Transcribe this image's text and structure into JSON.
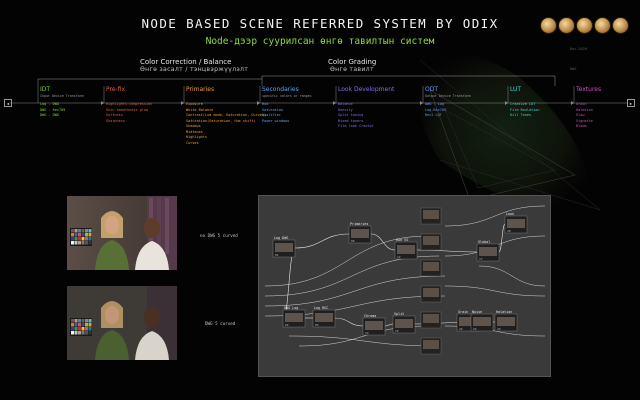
{
  "title": "NODE BASED SCENE REFERRED SYSTEM BY ODIX",
  "subtitle": "Node-дээр суурилсан өнгө тавилтын систем",
  "groups": [
    {
      "title": "Color Correction / Balance",
      "sub": "Өнгө засалт / тэнцвэржүүлэлт"
    },
    {
      "title": "Color Grading",
      "sub": "Өнгө тавилт"
    }
  ],
  "colors": {
    "IDT": "#7fd43a",
    "Pre-fix": "#e0603a",
    "Primaries": "#f0a030",
    "Secondaries": "#5aaaf0",
    "Look Development": "#8a6cf0",
    "ODT": "#6a9af0",
    "LUT": "#4fd0d8",
    "Textures": "#d050c0"
  },
  "stages": [
    {
      "name": "IDT",
      "sub": "Input Device Transform",
      "items": [
        "Log - DWG",
        "DWG - Rec709",
        "DWG - DWG"
      ]
    },
    {
      "name": "Pre-fix",
      "sub": "",
      "items": [
        "Highlights compression",
        "Skin smoothness glow",
        "Softness",
        "Sharpness"
      ]
    },
    {
      "name": "Primaries",
      "sub": "",
      "items": [
        "Exposure",
        "White Balance",
        "Contrast(Lum mode, Saturation, Curves)",
        "Saturation(Saturation, Hue shift)",
        "Shadows",
        "Midtones",
        "Highlights",
        "Curves"
      ]
    },
    {
      "name": "Secondaries",
      "sub": "specific colors or ranges",
      "items": [
        "Hue",
        "Saturation",
        "Qualifier",
        "Power windows"
      ]
    },
    {
      "name": "Look Development",
      "sub": "",
      "items": [
        "Balance",
        "Density",
        "Split toning",
        "Mixed toners",
        "Film look Creator"
      ]
    },
    {
      "name": "ODT",
      "sub": "Output Device Transform",
      "items": [
        "DWG - Log",
        "Log-Rec709",
        "Rec2 LUT"
      ]
    },
    {
      "name": "LUT",
      "sub": "",
      "items": [
        "Creative LUT",
        "Film Emulation",
        "Kill Tones"
      ]
    },
    {
      "name": "Textures",
      "sub": "",
      "items": [
        "Grain",
        "Halation",
        "Glow",
        "Vignette",
        "Bloom"
      ]
    }
  ],
  "captions": {
    "top": "no DWG 5 curved",
    "bottom": "DWG 5 curved"
  },
  "graph": {
    "nodes": [
      {
        "label": "Log DWG",
        "num": "01"
      },
      {
        "label": "Primaries",
        "num": "06"
      },
      {
        "label": "Hue VS",
        "num": "12"
      },
      {
        "label": "Global",
        "num": "17"
      },
      {
        "label": "Look",
        "num": "20"
      },
      {
        "label": "DWG Log",
        "num": "02"
      },
      {
        "label": "Log REC",
        "num": "03"
      },
      {
        "label": "Grain",
        "num": "24"
      },
      {
        "label": "Halation",
        "num": "23"
      },
      {
        "label": "Noise",
        "num": "22"
      },
      {
        "label": "Chroma",
        "num": "14"
      },
      {
        "label": "Split",
        "num": "15"
      }
    ]
  }
}
